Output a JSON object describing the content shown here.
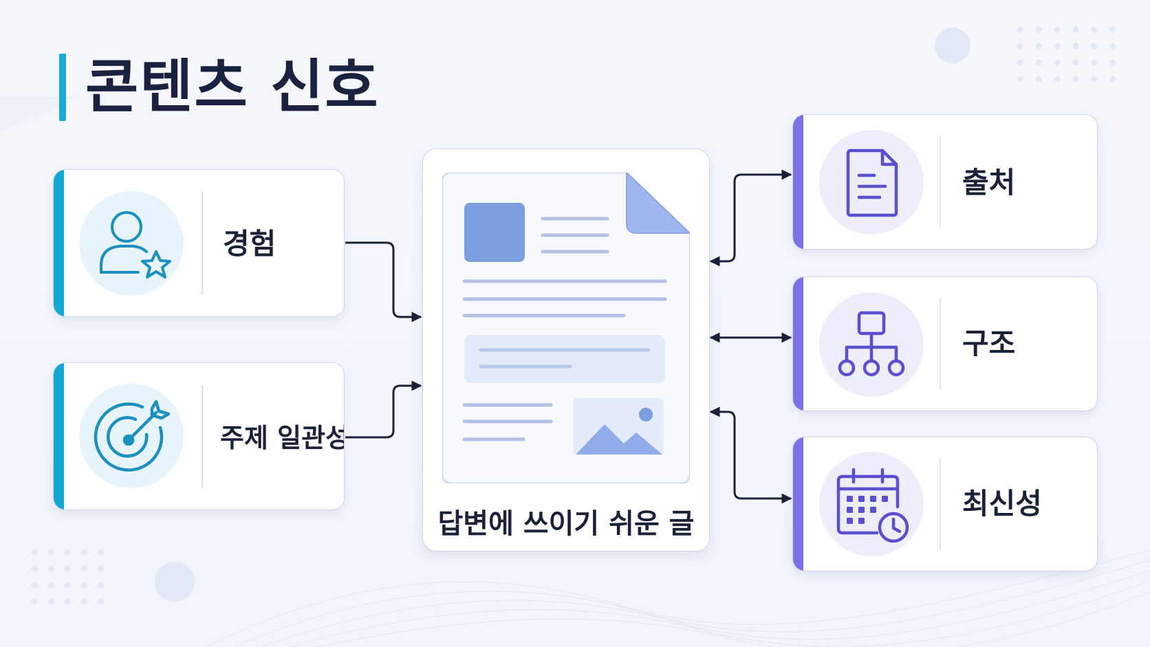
{
  "title": "콘텐츠 신호",
  "inputs": [
    {
      "label": "경험",
      "icon": "user-star-icon"
    },
    {
      "label": "주제 일관성",
      "icon": "target-arrow-icon"
    }
  ],
  "center": {
    "label": "답변에 쓰이기 쉬운 글",
    "icon": "document-icon"
  },
  "outputs": [
    {
      "label": "출처",
      "icon": "file-text-icon"
    },
    {
      "label": "구조",
      "icon": "hierarchy-icon"
    },
    {
      "label": "최신성",
      "icon": "calendar-clock-icon"
    }
  ],
  "colors": {
    "title_accent": "#1aa9d8",
    "left_accent": "#13a7d6",
    "right_accent": "#7a72e6",
    "connector": "#1b2238",
    "text": "#1b2238"
  }
}
